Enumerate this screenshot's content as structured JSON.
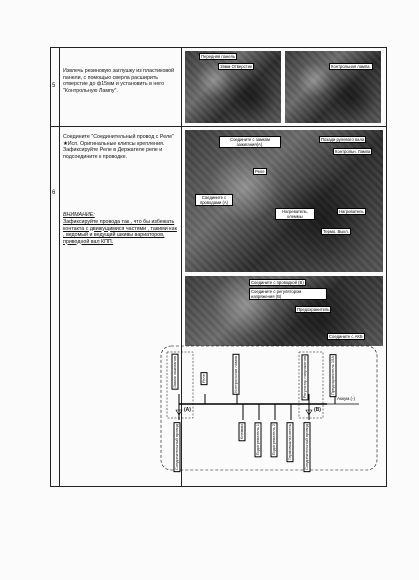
{
  "steps": [
    {
      "number": "5",
      "text": "Извлечь резиновую заглушку из пластиковой панели, с помощью сверла расширить отверстие до ф15мм и установить в него \"Контрольную Лампу\".",
      "callouts": [
        "Передняя панель",
        "15мм Отверстие",
        "Контрольная лампа."
      ]
    },
    {
      "number": "6",
      "text": "Соедините \"Соединительный провод с Реле\" ★Исп. Оригинальные клипсы крепления. Зафиксируйте Реле в Держателе реле и подсоедините к проводке.",
      "warning_title": "ВНИМАНИЕ:",
      "warning_text": "Зафиксируйте провода так , что бы избежать контакта с движущимися частями , такими как , ведомый и ведущий шкивы вариаторов, приводной вал КПП.",
      "callouts_top": [
        "Соедините с замком зажигания(А).",
        "Позади рулевого вала",
        "Контрольн. Лампа",
        "Реле",
        "Соедините с проводами (А)",
        "Нагреватель, клеммы",
        "Нагреватель",
        "Термо. Выкл."
      ],
      "callouts_bottom": [
        "Соедините с проводкой (В)",
        "Соедините с регулятором напряжения (В)",
        "Предохранитель",
        "Соедините с АКБ"
      ]
    }
  ],
  "diagram": {
    "top_labels": [
      "Замок зажигания",
      "Реле",
      "Контрольная лампа",
      "Регулятор напряжения",
      "Предохранитель 15А"
    ],
    "bottom_labels": [
      "Соединительный провод",
      "Клеммы",
      "Подогреватель 1",
      "Подогреватель 2",
      "Термовыключатель",
      "Соединительный провод"
    ],
    "point_a": "(A)",
    "point_b": "(B)",
    "battery_label": "Аккум.(-)"
  }
}
